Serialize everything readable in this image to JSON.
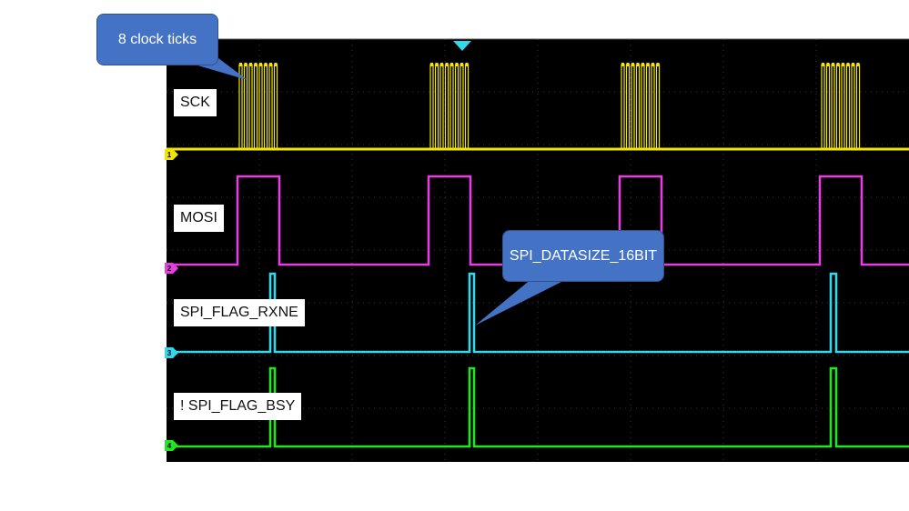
{
  "signals": [
    {
      "channel": "1",
      "label": "SCK",
      "color": "#f2e600"
    },
    {
      "channel": "2",
      "label": "MOSI",
      "color": "#e83ee0"
    },
    {
      "channel": "3",
      "label": "SPI_FLAG_RXNE",
      "color": "#33d8ec"
    },
    {
      "channel": "4",
      "label": "! SPI_FLAG_BSY",
      "color": "#22e622"
    }
  ],
  "callouts": {
    "clock": "8 clock ticks",
    "datasize": "SPI_DATASIZE_16BIT"
  },
  "colors": {
    "screen_bg": "#000000",
    "grid": "#3a3a3a",
    "callout_fill": "#4472c4",
    "trigger_marker": "#33d8ec"
  }
}
